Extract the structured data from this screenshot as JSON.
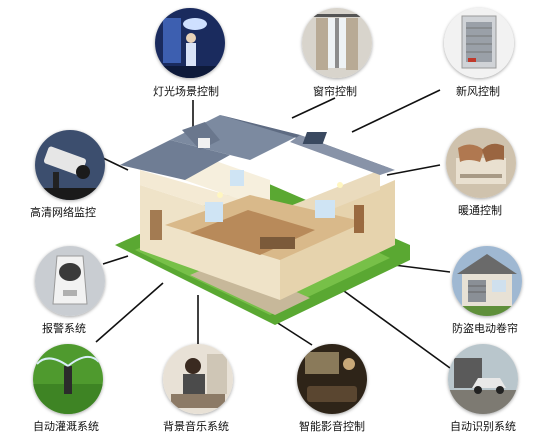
{
  "features": {
    "lighting": "灯光场景控制",
    "curtain": "窗帘控制",
    "fresh_air": "新风控制",
    "cctv": "高清网络监控",
    "hvac": "暖通控制",
    "alarm": "报警系统",
    "shutter": "防盗电动卷帘",
    "irrigation": "自动灌溉系统",
    "bg_music": "背景音乐系统",
    "av_control": "智能影音控制",
    "recognition": "自动识别系统"
  },
  "icons": {
    "lighting": "person-lit-room-icon",
    "curtain": "window-curtain-icon",
    "fresh_air": "air-unit-icon",
    "cctv": "security-camera-icon",
    "hvac": "hands-heating-icon",
    "alarm": "motion-sensor-icon",
    "shutter": "rolling-shutter-house-icon",
    "irrigation": "sprinkler-lawn-icon",
    "bg_music": "person-listening-icon",
    "av_control": "home-theater-icon",
    "recognition": "car-gate-icon"
  },
  "colors": {
    "line": "#111111",
    "roof": "#6f7d94",
    "lawn": "#5aa832"
  }
}
